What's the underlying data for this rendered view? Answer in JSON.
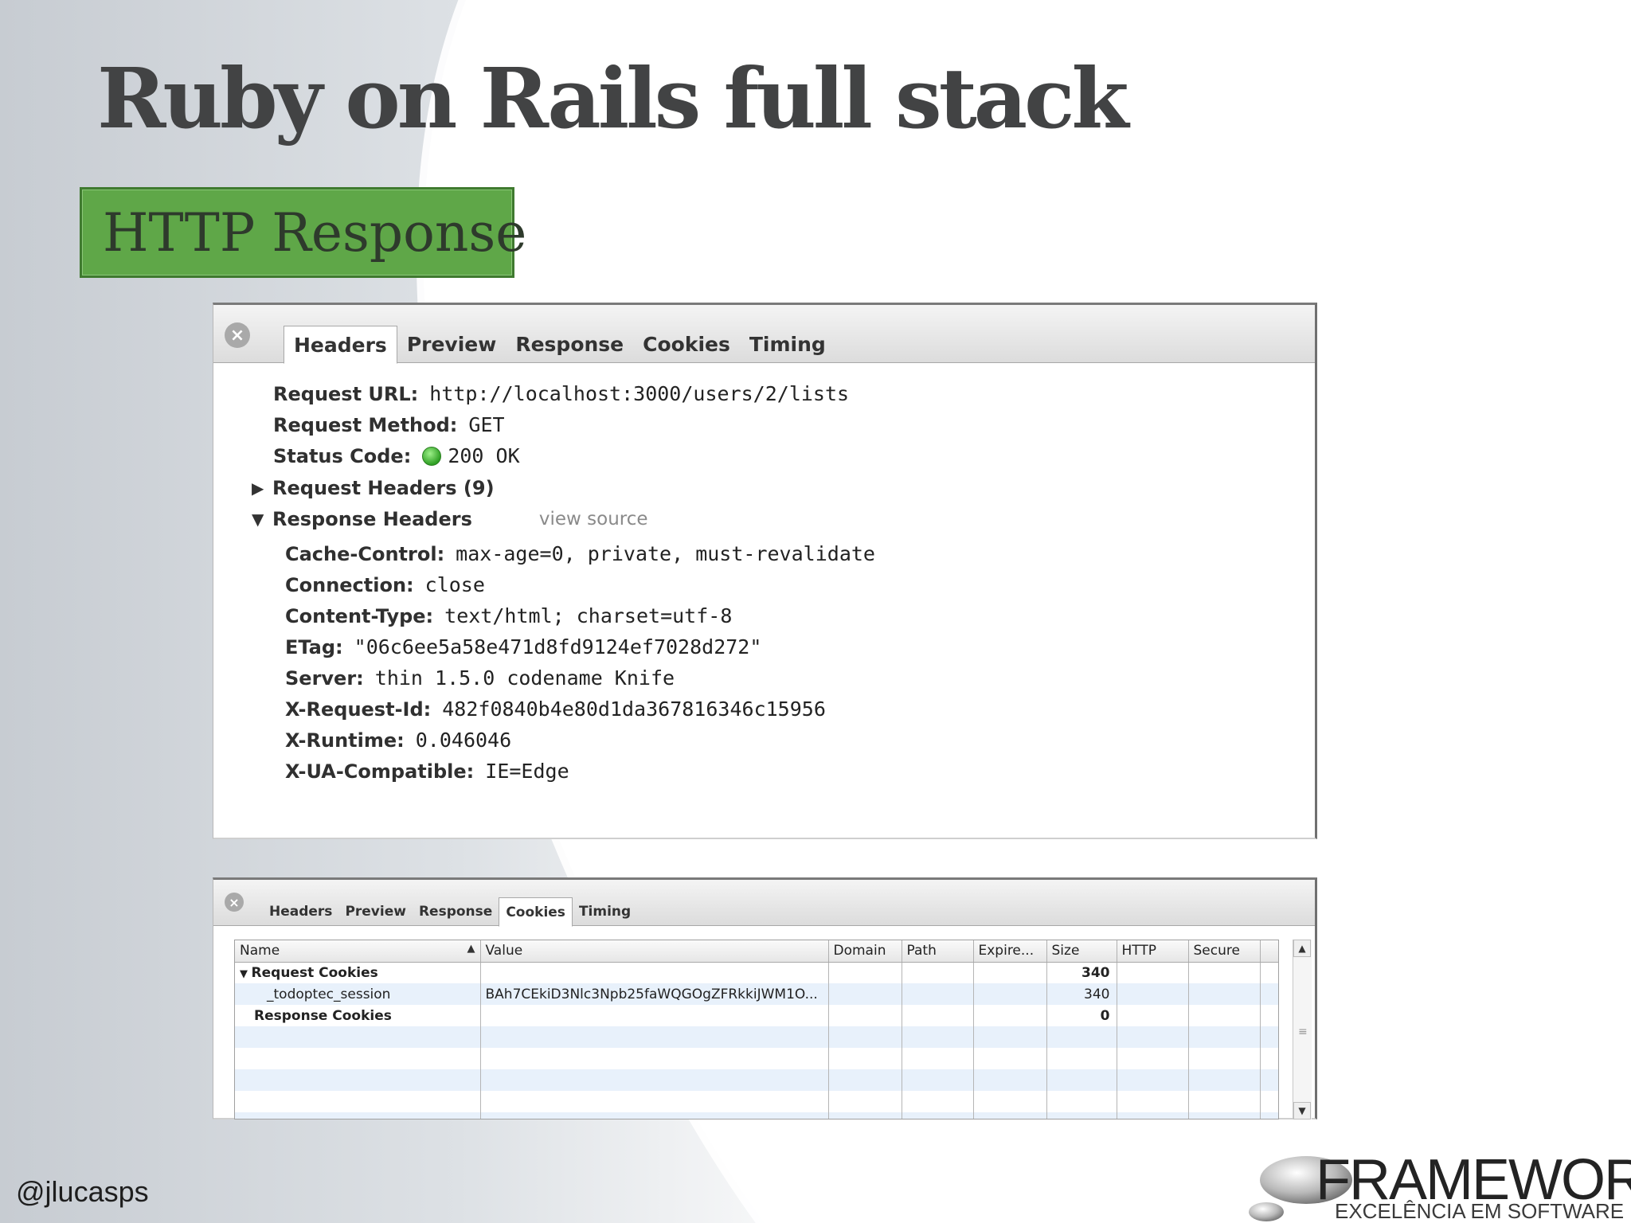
{
  "slide": {
    "title": "Ruby on Rails full stack",
    "section": "HTTP Response",
    "author_handle": "@jlucasps"
  },
  "panel_headers": {
    "tabs": [
      "Headers",
      "Preview",
      "Response",
      "Cookies",
      "Timing"
    ],
    "active_tab": "Headers",
    "general": [
      {
        "key": "Request URL:",
        "value": "http://localhost:3000/users/2/lists"
      },
      {
        "key": "Request Method:",
        "value": "GET"
      },
      {
        "key": "Status Code:",
        "value": "200 OK",
        "status_color": "#2fa024"
      }
    ],
    "request_headers_label": "Request Headers (9)",
    "response_headers_label": "Response Headers",
    "view_source_label": "view source",
    "response_headers": [
      {
        "key": "Cache-Control:",
        "value": "max-age=0, private, must-revalidate"
      },
      {
        "key": "Connection:",
        "value": "close"
      },
      {
        "key": "Content-Type:",
        "value": "text/html; charset=utf-8"
      },
      {
        "key": "ETag:",
        "value": "\"06c6ee5a58e471d8fd9124ef7028d272\""
      },
      {
        "key": "Server:",
        "value": "thin 1.5.0 codename Knife"
      },
      {
        "key": "X-Request-Id:",
        "value": "482f0840b4e80d1da367816346c15956"
      },
      {
        "key": "X-Runtime:",
        "value": "0.046046"
      },
      {
        "key": "X-UA-Compatible:",
        "value": "IE=Edge"
      }
    ]
  },
  "panel_cookies": {
    "tabs": [
      "Headers",
      "Preview",
      "Response",
      "Cookies",
      "Timing"
    ],
    "active_tab": "Cookies",
    "columns": [
      "Name",
      "Value",
      "Domain",
      "Path",
      "Expire...",
      "Size",
      "HTTP",
      "Secure"
    ],
    "rows": [
      {
        "name": "Request Cookies",
        "value": "",
        "size": "340",
        "group": true,
        "expanded": true
      },
      {
        "name": "_todoptec_session",
        "value": "BAh7CEkiD3Nlc3Npb25faWQGOgZFRkkiJWM1O...",
        "size": "340",
        "group": false
      },
      {
        "name": "Response Cookies",
        "value": "",
        "size": "0",
        "group": true,
        "expanded": false
      }
    ]
  },
  "logo": {
    "word": "FRAMEWORK",
    "tagline": "EXCELÊNCIA EM SOFTWARE"
  },
  "colors": {
    "badge_green": "#5fa748",
    "title_gray": "#424344"
  }
}
